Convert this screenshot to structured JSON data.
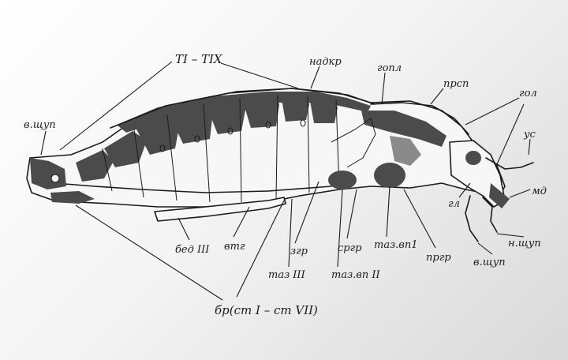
{
  "labels": {
    "tergites": "TI – TIX",
    "nadkr": "надкр",
    "gopl": "гопл",
    "prsp": "прсп",
    "gol": "гол",
    "us": "ус",
    "md": "мд",
    "v_shchup_left": "в.щуп",
    "gl": "гл",
    "n_shchup": "н.щуп",
    "v_shchup_right": "в.щуп",
    "bed": "бед III",
    "vtg": "втг",
    "zgr": "згр",
    "srgr": "сргр",
    "taz_vp1": "таз.вп1",
    "prgr": "пргр",
    "taz_iii": "таз III",
    "taz_vp_ii": "таз.вп II",
    "br": "бр(ст I – ст VII)"
  }
}
